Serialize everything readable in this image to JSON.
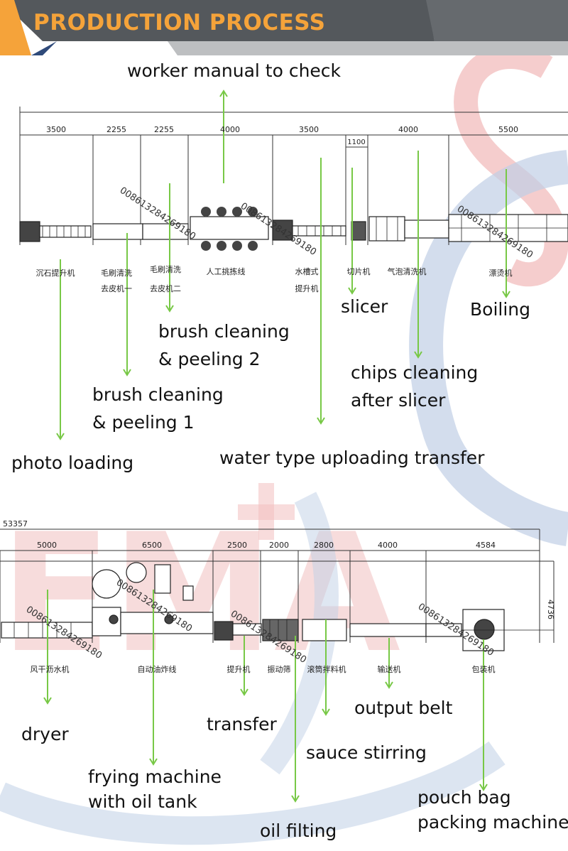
{
  "header": {
    "title": "PRODUCTION PROCESS"
  },
  "watermark": {
    "letters": "EMA+ S",
    "phone": "008613284269180"
  },
  "colors": {
    "header_orange": "#f5a33a",
    "header_gray": "#666a6e",
    "arrow_green": "#78c846",
    "wm_red": "#f2c0c0",
    "wm_blue": "#c0cfe6"
  },
  "line_top": {
    "dims": [
      "3500",
      "2255",
      "2255",
      "4000",
      "3500",
      "1100",
      "4000",
      "5500"
    ],
    "machines_cn": [
      "沉石提升机",
      "毛刷清洗去皮机一",
      "毛刷清洗去皮机二",
      "人工挑拣线",
      "水槽式提升机",
      "切片机",
      "气泡清洗机",
      "漂烫机"
    ]
  },
  "line_bottom": {
    "total": "53357",
    "dims": [
      "5000",
      "6500",
      "2500",
      "2000",
      "2800",
      "4000",
      "4584"
    ],
    "height": "4736",
    "machines_cn": [
      "风干沥水机",
      "自动油炸线",
      "提升机",
      "振动筛",
      "滚筒拌料机",
      "输送机",
      "包装机"
    ]
  },
  "labels": {
    "worker_check": "worker manual to check",
    "slicer": "slicer",
    "boiling": "Boiling",
    "brush2_l1": "brush cleaning",
    "brush2_l2": "& peeling 2",
    "chips_l1": "chips cleaning",
    "chips_l2": "after slicer",
    "brush1_l1": "brush cleaning",
    "brush1_l2": "& peeling 1",
    "photo_loading": "photo loading",
    "water_transfer": "water type uploading transfer",
    "dryer": "dryer",
    "transfer": "transfer",
    "output_belt": "output belt",
    "sauce": "sauce stirring",
    "frying_l1": "frying machine",
    "frying_l2": "with oil tank",
    "pouch_l1": "pouch bag",
    "pouch_l2": "packing machine",
    "oil": "oil filting"
  }
}
